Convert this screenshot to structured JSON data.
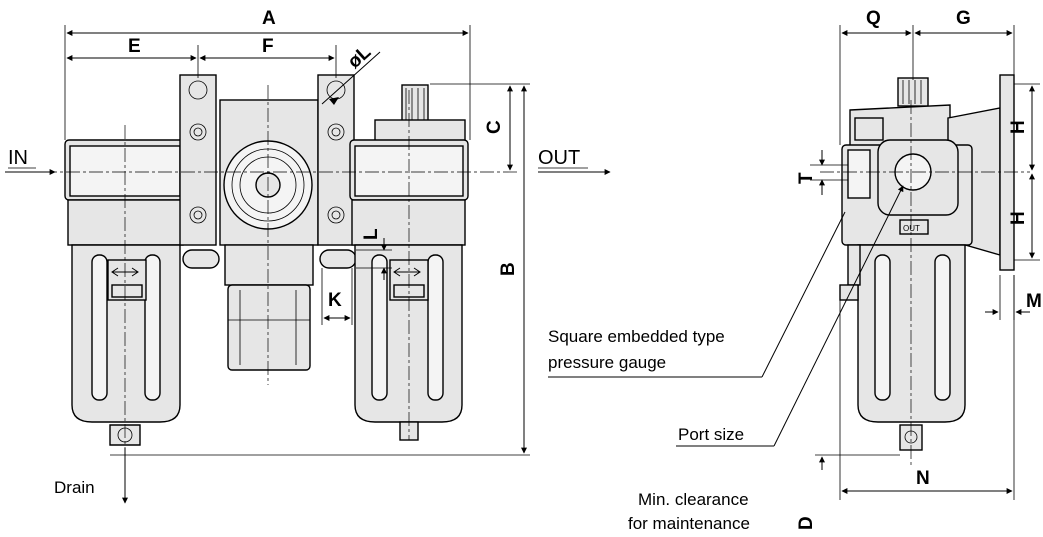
{
  "dimensions": {
    "A": "A",
    "E": "E",
    "F": "F",
    "phiL": "øL",
    "C": "C",
    "B": "B",
    "L": "L",
    "K": "K",
    "Q": "Q",
    "G": "G",
    "H1": "H",
    "H2": "H",
    "T": "T",
    "M": "M",
    "N": "N",
    "D": "D"
  },
  "flow": {
    "inlet": "IN",
    "outlet": "OUT"
  },
  "callouts": {
    "gauge_line1": "Square embedded type",
    "gauge_line2": "pressure gauge",
    "port_size": "Port size",
    "drain": "Drain",
    "clearance_line1": "Min. clearance",
    "clearance_line2": "for maintenance"
  },
  "side_badge": "OUT"
}
